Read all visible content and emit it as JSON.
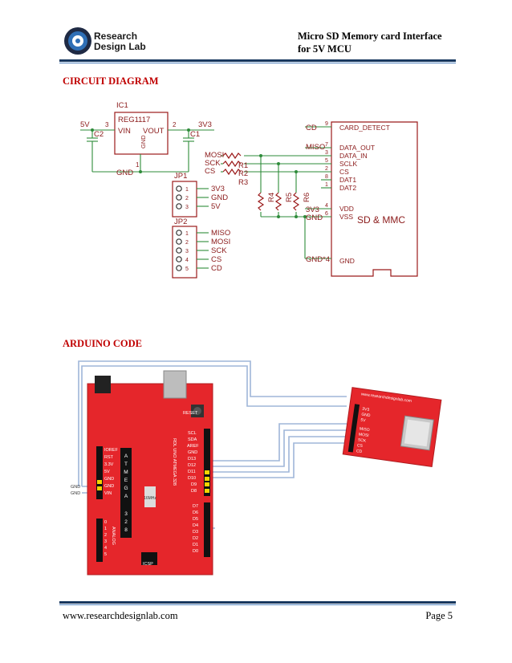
{
  "header": {
    "brand_line1": "Research",
    "brand_line2": "Design Lab",
    "title_line1": "Micro SD Memory card Interface",
    "title_line2": "for 5V MCU"
  },
  "sections": {
    "circuit": "CIRCUIT DIAGRAM",
    "code": "ARDUINO CODE"
  },
  "circuit": {
    "ic": "IC1",
    "regulator": "REG1117",
    "vin": "VIN",
    "vout": "VOUT",
    "gnd_pin": "GND",
    "left_supply": "5V",
    "right_supply": "3V3",
    "pin3": "3",
    "pin2": "2",
    "pin1": "1",
    "c1": "C1",
    "c2": "C2",
    "gnd": "GND",
    "mosi": "MOSI",
    "sck": "SCK",
    "cs": "CS",
    "r1": "R1",
    "r2": "R2",
    "r3": "R3",
    "r4": "R4",
    "r5": "R5",
    "r6": "R6",
    "jp1": "JP1",
    "jp1_pins": [
      "3V3",
      "GND",
      "5V"
    ],
    "jp2": "JP2",
    "jp2_pins": [
      "MISO",
      "MOSI",
      "SCK",
      "CS",
      "CD"
    ],
    "cd": "CD",
    "miso": "MISO",
    "card_pins": [
      "CARD_DETECT",
      "DATA_OUT",
      "DATA_IN",
      "SCLK",
      "CS",
      "DAT1",
      "DAT2",
      "VDD",
      "VSS"
    ],
    "card_pin_nums": [
      "9",
      "7",
      "3",
      "5",
      "2",
      "8",
      "1",
      "4",
      "6"
    ],
    "card_gnd": "GND",
    "card_3v3": "3V3",
    "card_gnd6": "GND",
    "gnd4": "GND*4",
    "card_name": "SD & MMC",
    "num_1": "1",
    "num_2": "2",
    "num_3": "3",
    "num_4": "4",
    "num_5": "5"
  },
  "arduino": {
    "reset": "RESET",
    "right_header": [
      "SCL",
      "SDA",
      "AREF",
      "GND",
      "D13",
      "D12",
      "D11",
      "D10",
      "D9",
      "D8"
    ],
    "right_header2": [
      "D7",
      "D6",
      "D5",
      "D4",
      "D3",
      "D2",
      "D1",
      "D0"
    ],
    "left_header": [
      "IOREF",
      "RST",
      "3.3V",
      "5V",
      "GND",
      "GND",
      "VIN"
    ],
    "analog": [
      "0",
      "1",
      "2",
      "3",
      "4",
      "5"
    ],
    "analog_label": "ANALOG",
    "chip": [
      "A",
      "T",
      "M",
      "E",
      "G",
      "A",
      "3",
      "2",
      "8"
    ],
    "board_text": "RDL UNO ATMEGA 328",
    "crystal": "16MHz",
    "icsp": "ICSP",
    "gnd_a": "GND",
    "gnd_b": "GND",
    "sd_site": "www.researchdesignlab.com",
    "sd_pins": [
      "3V3",
      "GND",
      "5V",
      "MISO",
      "MOSI",
      "SCK",
      "CS",
      "CD"
    ]
  },
  "footer": {
    "url": "www.researchdesignlab.com",
    "page": "Page 5"
  }
}
